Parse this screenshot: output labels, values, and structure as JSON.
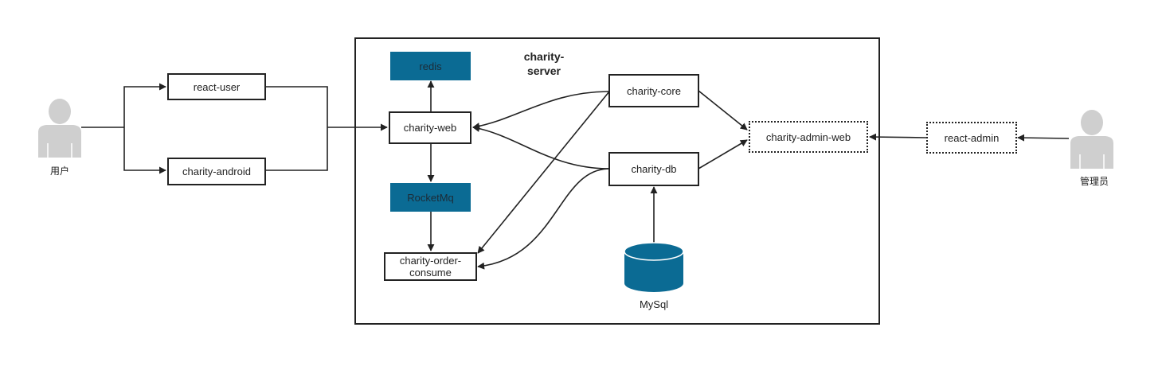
{
  "actors": {
    "user": {
      "label": "用户",
      "icon": "person-icon"
    },
    "admin": {
      "label": "管理员",
      "icon": "person-icon"
    }
  },
  "server": {
    "title": "charity-\nserver"
  },
  "nodes": {
    "react_user": "react-user",
    "charity_android": "charity-android",
    "redis": "redis",
    "charity_web": "charity-web",
    "rocketmq": "RocketMq",
    "charity_order_consume": "charity-order-\nconsume",
    "charity_core": "charity-core",
    "charity_db": "charity-db",
    "charity_admin_web": "charity-admin-web",
    "react_admin": "react-admin"
  },
  "database": {
    "label": "MySql",
    "icon": "database-cylinder-icon"
  },
  "colors": {
    "filled_node": "#0b6b94",
    "person": "#cfcfcf",
    "line": "#222222"
  }
}
